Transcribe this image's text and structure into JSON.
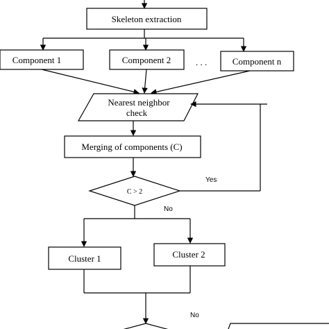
{
  "diagram": {
    "nodes": {
      "skeleton": "Skeleton extraction",
      "component1": "Component 1",
      "component2": "Component 2",
      "ellipsis": ". . .",
      "componentN": "Component n",
      "nearest_line1": "Nearest neighbor",
      "nearest_line2": "check",
      "merging": "Merging of components (C)",
      "decision1": "C > 2",
      "cluster1": "Cluster 1",
      "cluster2": "Cluster 2"
    },
    "edge_labels": {
      "yes": "Yes",
      "no1": "No",
      "no2": "No"
    },
    "colors": {
      "stroke": "#000000",
      "fill": "#ffffff"
    }
  }
}
